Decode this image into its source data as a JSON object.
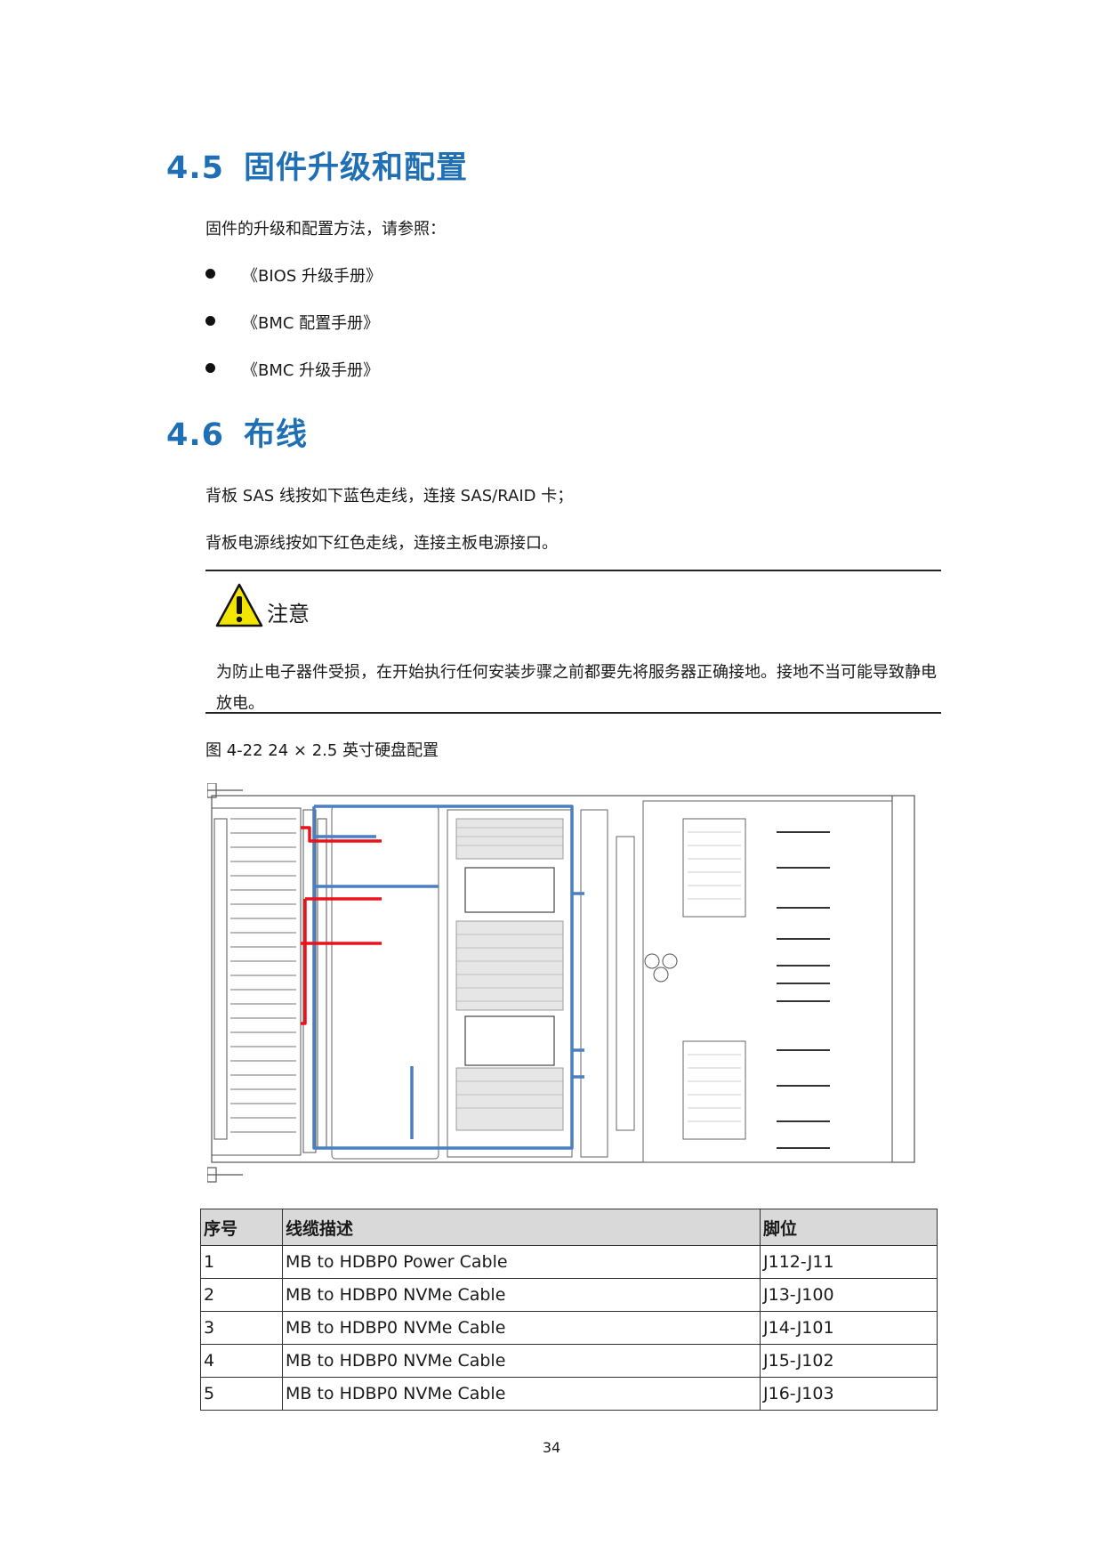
{
  "section_45": {
    "number": "4.5",
    "title": "固件升级和配置"
  },
  "intro": "固件的升级和配置方法，请参照：",
  "manuals": [
    "《BIOS 升级手册》",
    "《BMC 配置手册》",
    "《BMC 升级手册》"
  ],
  "section_46": {
    "number": "4.6",
    "title": "布线"
  },
  "cabling_notes": [
    "背板 SAS 线按如下蓝色走线，连接 SAS/RAID 卡；",
    "背板电源线按如下红色走线，连接主板电源接口。"
  ],
  "notice": {
    "title": "注意",
    "text": "为防止电子器件受损，在开始执行任何安装步骤之前都要先将服务器正确接地。接地不当可能导致静电放电。"
  },
  "figure_caption": "图 4-22 24 × 2.5 英寸硬盘配置",
  "table": {
    "headers": [
      "序号",
      "线缆描述",
      "脚位"
    ],
    "rows": [
      [
        "1",
        "MB to HDBP0 Power Cable",
        "J112-J11"
      ],
      [
        "2",
        "MB to HDBP0 NVMe Cable",
        "J13-J100"
      ],
      [
        "3",
        "MB to HDBP0 NVMe Cable",
        "J14-J101"
      ],
      [
        "4",
        "MB to HDBP0 NVMe Cable",
        "J15-J102"
      ],
      [
        "5",
        "MB to HDBP0 NVMe Cable",
        "J16-J103"
      ]
    ]
  },
  "page_number": "34",
  "colors": {
    "heading": "#1f6fb5",
    "sas_cable": "#4a7fc1",
    "power_cable": "#e8131b",
    "warning": "#f2e600"
  }
}
